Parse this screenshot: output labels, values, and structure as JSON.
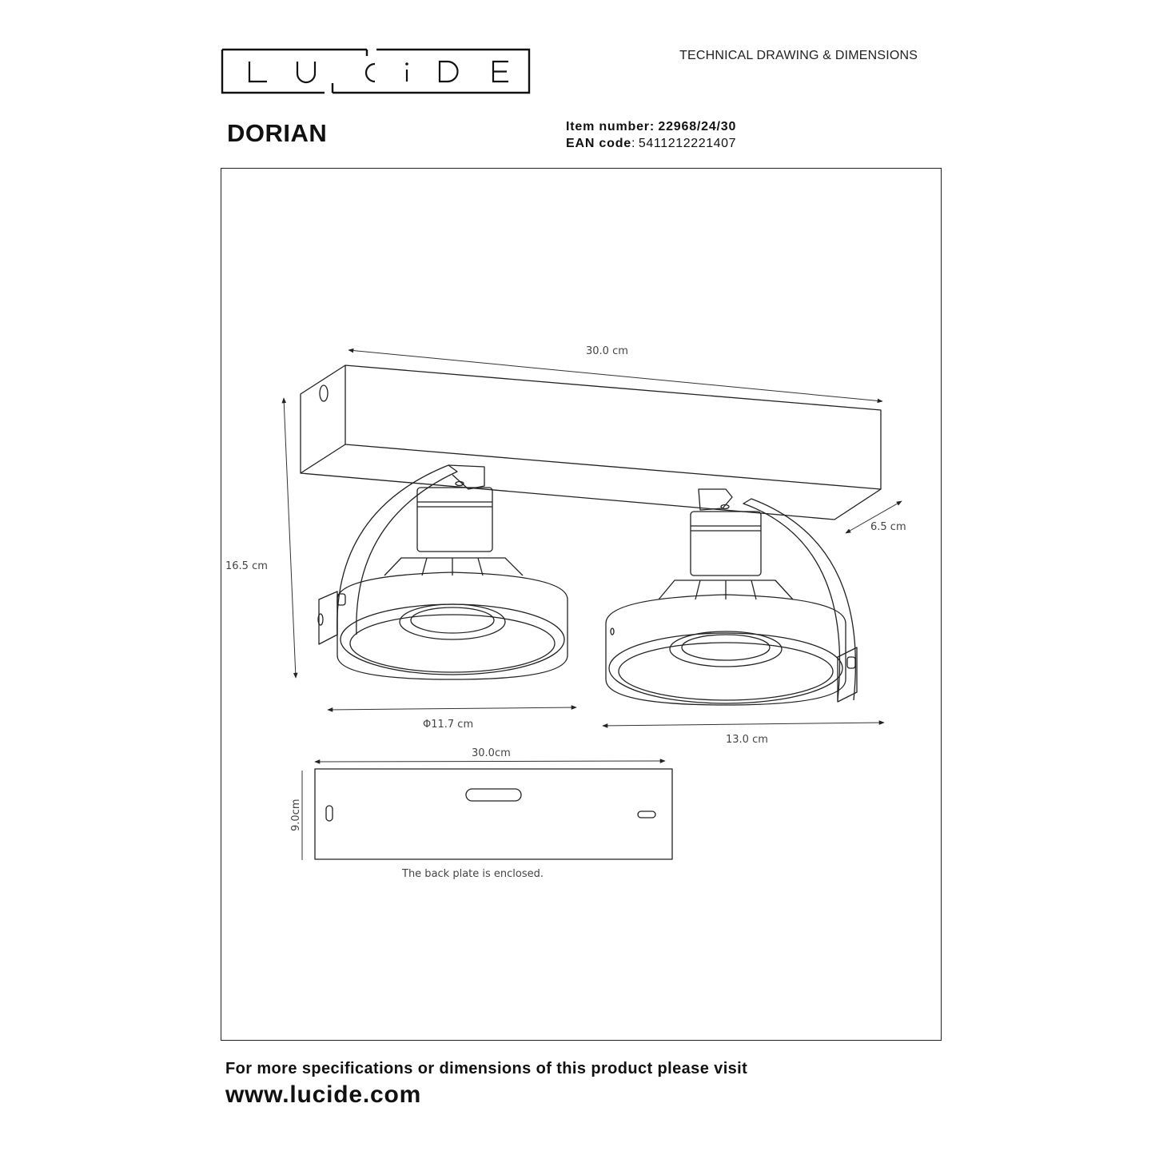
{
  "header": {
    "brand": "LUCIDE",
    "document_type": "TECHNICAL DRAWING & DIMENSIONS"
  },
  "product": {
    "name": "DORIAN",
    "item_number_label": "Item number:",
    "item_number": "22968/24/30",
    "ean_label": "EAN code",
    "ean_separator": ":",
    "ean_code": "5411212221407"
  },
  "drawing": {
    "dimensions": {
      "length_top": "30.0 cm",
      "height": "16.5 cm",
      "depth": "6.5 cm",
      "lamp_diameter": "Φ11.7 cm",
      "lamp_width": "13.0 cm"
    },
    "back_plate": {
      "width": "30.0cm",
      "height": "9.0cm",
      "note": "The back plate is enclosed."
    }
  },
  "footer": {
    "line1": "For more specifications or dimensions of this product please visit",
    "url": "www.lucide.com"
  }
}
